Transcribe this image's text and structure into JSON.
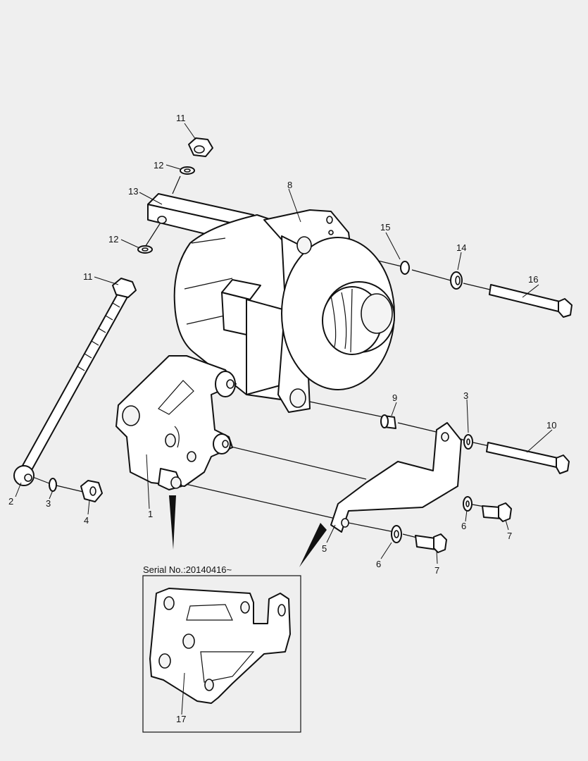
{
  "callouts": {
    "c1": "1",
    "c2": "2",
    "c3a": "3",
    "c3b": "3",
    "c4": "4",
    "c5": "5",
    "c6a": "6",
    "c6b": "6",
    "c7a": "7",
    "c7b": "7",
    "c8": "8",
    "c9": "9",
    "c10": "10",
    "c11a": "11",
    "c11b": "11",
    "c12a": "12",
    "c12b": "12",
    "c13": "13",
    "c14": "14",
    "c15": "15",
    "c16": "16",
    "c17": "17"
  },
  "inset": {
    "caption": "Serial No.:20140416~"
  }
}
